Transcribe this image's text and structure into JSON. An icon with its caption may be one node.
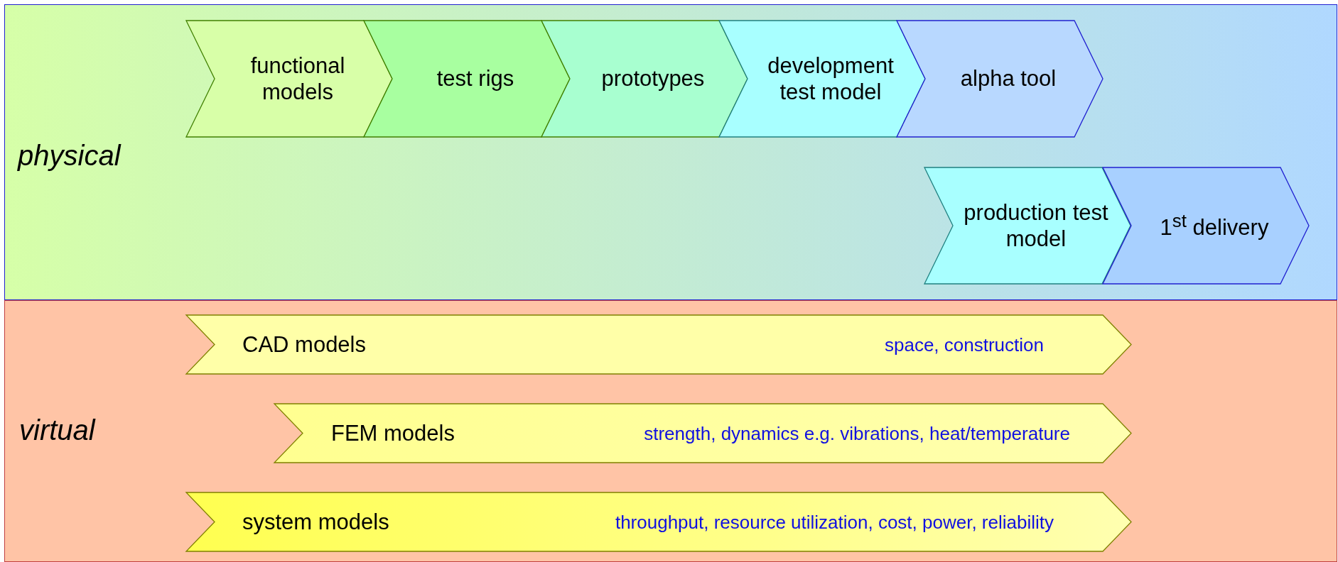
{
  "diagram": {
    "nodes": [
      {
        "text": [
          "physical"
        ]
      },
      {
        "text": [
          "functional models"
        ],
        "in": 0
      },
      {
        "text": [
          "test rigs"
        ],
        "in": 0
      },
      {
        "text": [
          "prototypes"
        ],
        "in": 0
      },
      {
        "text": [
          "development test model"
        ],
        "in": 0
      },
      {
        "text": [
          "alpha tool"
        ],
        "in": 0
      },
      {
        "text": [
          "production test model"
        ],
        "in": 0
      },
      {
        "text": [
          "1$^{st}$ delivery"
        ],
        "in": 0
      },
      {
        "text": [
          "virtual"
        ]
      },
      {
        "text": [
          "CAD models",
          "space, construction"
        ],
        "in": 8
      },
      {
        "text": [
          "FEM models",
          "strength, dynamics e.g. vibrations, heat/temperature"
        ],
        "in": 8
      },
      {
        "text": [
          "system models",
          "throughput, resource utilization, cost, power, reliability"
        ],
        "in": 8
      }
    ]
  }
}
